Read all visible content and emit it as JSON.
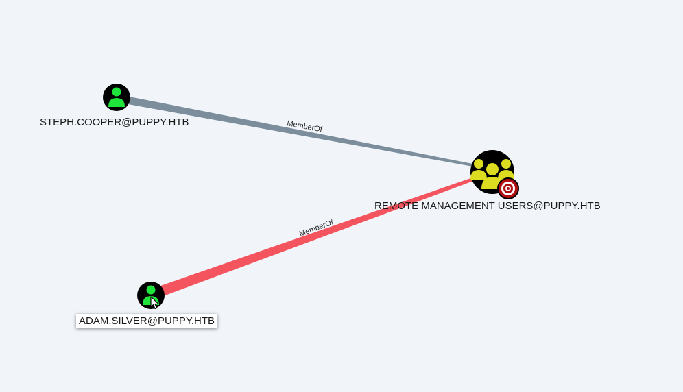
{
  "graph": {
    "nodes": [
      {
        "id": "steph",
        "label": "STEPH.COOPER@PUPPY.HTB",
        "kind": "user",
        "selected": false,
        "highlighted": false
      },
      {
        "id": "adam",
        "label": "ADAM.SILVER@PUPPY.HTB",
        "kind": "user",
        "selected": true,
        "highlighted": false
      },
      {
        "id": "rmu",
        "label": "REMOTE MANAGEMENT USERS@PUPPY.HTB",
        "kind": "group",
        "selected": false,
        "highlighted": true,
        "badge_icon": "target-icon"
      }
    ],
    "edges": [
      {
        "from": "steph",
        "to": "rmu",
        "label": "MemberOf",
        "color": "#7c8d9c"
      },
      {
        "from": "adam",
        "to": "rmu",
        "label": "MemberOf",
        "color": "#f4545e"
      }
    ]
  },
  "colors": {
    "background": "#f1f5fa",
    "node_fill": "#000000",
    "user_icon": "#1ee43c",
    "group_icon": "#dcdc20",
    "target_badge": "#b01010"
  }
}
